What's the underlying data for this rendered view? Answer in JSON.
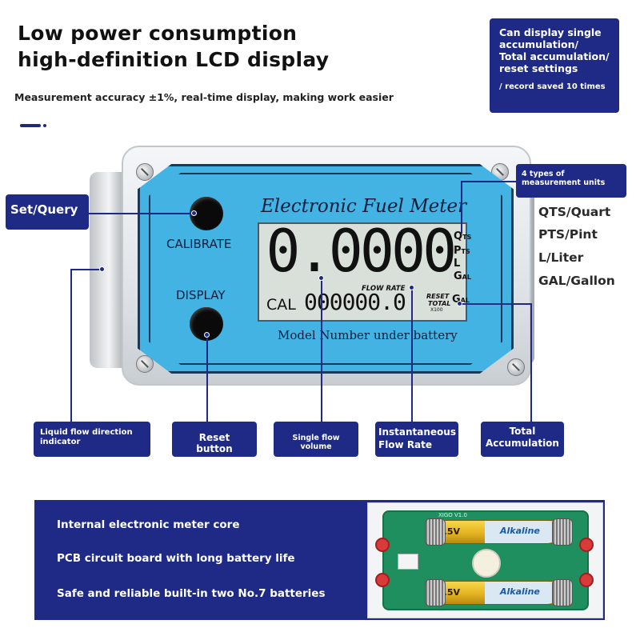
{
  "header": {
    "title_line1": "Low power consumption",
    "title_line2": "high-definition LCD display",
    "subtitle": "Measurement accuracy ±1%, real-time display, making work easier"
  },
  "callouts": {
    "top_right": [
      "Can display single",
      "accumulation/",
      "Total accumulation/",
      "reset settings",
      "/ record saved 10 times"
    ],
    "units_box": "4 types of measurement units",
    "set_query": "Set/Query",
    "flow_direction": "Liquid flow direction indicator",
    "reset_button": "Reset button",
    "single_flow": "Single flow volume",
    "instant_rate": [
      "Instantaneous",
      "Flow Rate"
    ],
    "total_accum": [
      "Total",
      "Accumulation"
    ]
  },
  "meter": {
    "title": "Electronic Fuel Meter",
    "calibrate_label": "CALIBRATE",
    "display_label": "DISPLAY",
    "main_reading": "0.0000",
    "unit_qts": "Q",
    "unit_qts_sub": "TS",
    "unit_pts": "P",
    "unit_pts_sub": "TS",
    "unit_l": "L",
    "unit_gal": "G",
    "unit_gal_sub": "AL",
    "flow_rate_label": "FLOW RATE",
    "cal_label": "CAL",
    "cal_reading": "000000.0",
    "reset_label": "RESET",
    "total_label": "TOTAL",
    "x100_label": "X100",
    "unit_gal2": "G",
    "unit_gal2_sub": "AL",
    "model_text": "Model Number under battery"
  },
  "units": [
    "QTS/Quart",
    "PTS/Pint",
    "L/Liter",
    "GAL/Gallon"
  ],
  "features": [
    "Internal electronic meter core",
    "PCB circuit board with long battery life",
    "Safe and reliable built-in two No.7 batteries"
  ],
  "pcb": {
    "battery_text": "1.5V",
    "battery_brand": "Alkaline",
    "board_label": "XIGO V1.0"
  },
  "colors": {
    "accent": "#1e2a86",
    "lcd_face": "#42b3e3"
  }
}
